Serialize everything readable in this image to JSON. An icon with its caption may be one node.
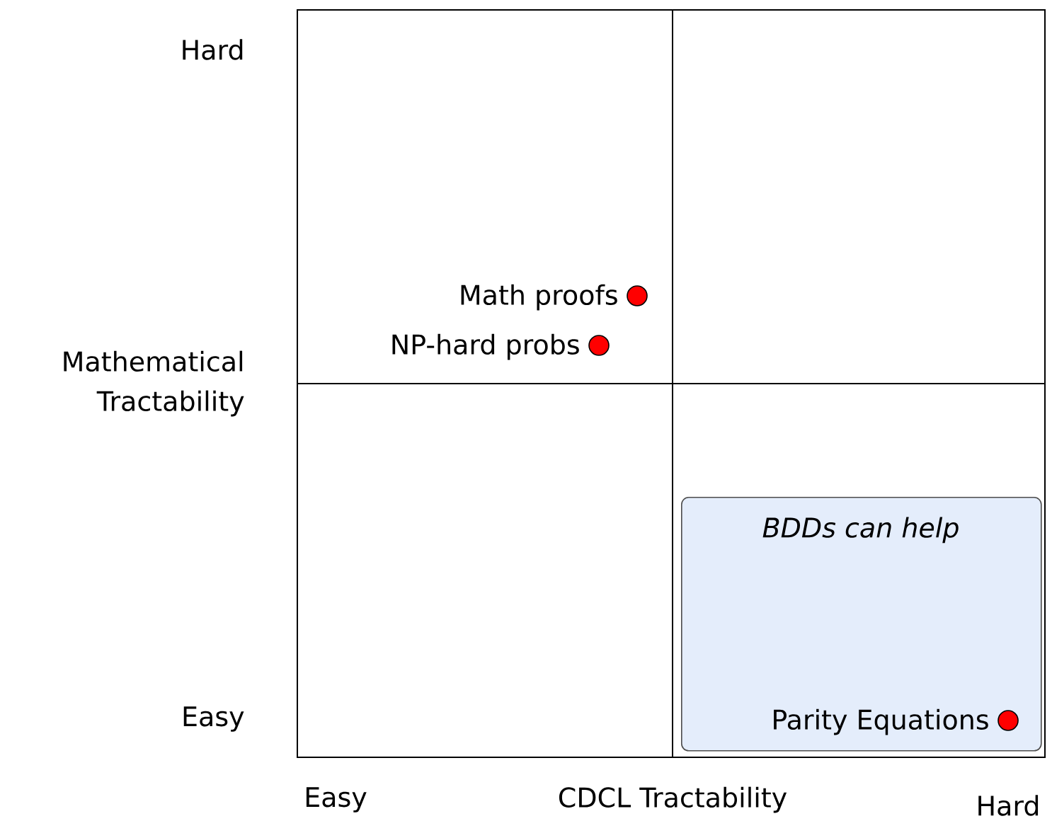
{
  "diagram": {
    "nodes": [
      {
        "text": [
          "BDDs can help"
        ]
      },
      {
        "text": [],
        "shape": "circle",
        "beside": [
          "Math proofs"
        ]
      },
      {
        "text": [],
        "shape": "circle",
        "beside": [
          "NP-hard probs"
        ]
      },
      {
        "text": [],
        "shape": "circle",
        "beside": [
          "Parity Equations"
        ],
        "in": 0
      }
    ],
    "edges": [],
    "labels": [
      "Hard",
      "Mathematical Tractability",
      "Easy",
      "Easy",
      "CDCL Tractability",
      "Hard"
    ]
  }
}
